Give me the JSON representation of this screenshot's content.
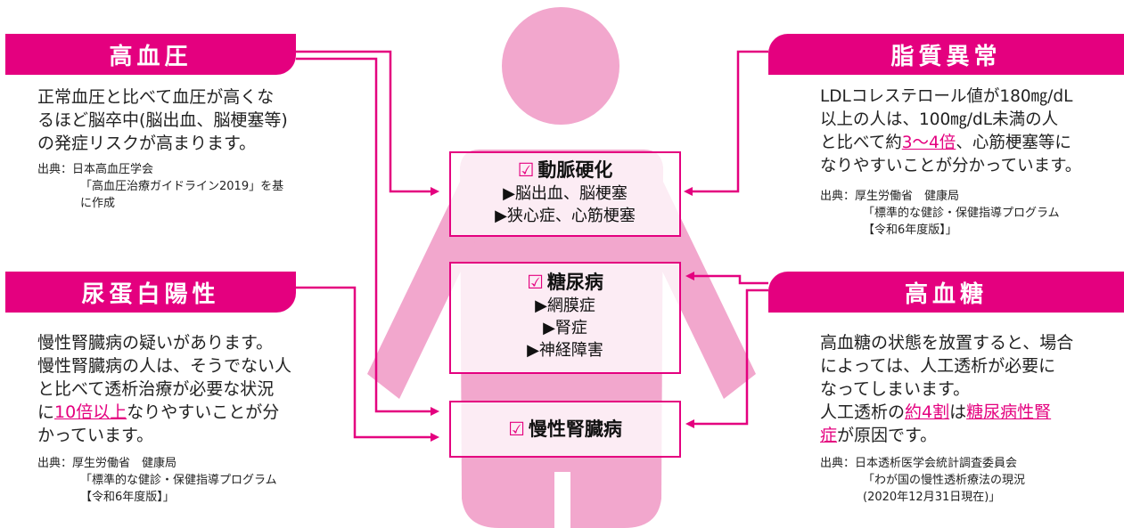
{
  "colors": {
    "accent": "#e4007f",
    "silhouette": "#f2a7cd",
    "text": "#222222"
  },
  "check_glyph": "☑",
  "top_left": {
    "title": "高血圧",
    "lines": [
      "正常血圧と比べて血圧が高くな",
      "るほど脳卒中(脳出血、脳梗塞等)",
      "の発症リスクが高まります。"
    ],
    "source_label": "出典：",
    "source_lines": [
      "日本高血圧学会",
      "「高血圧治療ガイドライン2019」を基",
      "に作成"
    ]
  },
  "bottom_left": {
    "title": "尿蛋白陽性",
    "lines": [
      "慢性腎臓病の疑いがあります。",
      "慢性腎臓病の人は、そうでない人",
      "と比べて透析治療が必要な状況"
    ],
    "line4_pre": "に",
    "line4_hl": "10倍以上",
    "line4_post": "なりやすいことが分",
    "line5": "かっています。",
    "source_label": "出典：",
    "source_lines": [
      "厚生労働省　健康局",
      "「標準的な健診・保健指導プログラム",
      "【令和6年度版】」"
    ]
  },
  "top_right": {
    "title": "脂質異常",
    "line1": "LDLコレステロール値が180㎎/dL",
    "line2": "以上の人は、100㎎/dL未満の人",
    "line3_pre": "と比べて約",
    "line3_hl": "3〜4倍",
    "line3_post": "、心筋梗塞等に",
    "line4": "なりやすいことが分かっています。",
    "source_label": "出典：",
    "source_lines": [
      "厚生労働省　健康局",
      "「標準的な健診・保健指導プログラム",
      "【令和6年度版】」"
    ]
  },
  "bottom_right": {
    "title": "高血糖",
    "line1": "高血糖の状態を放置すると、場合",
    "line2": "によっては、人工透析が必要に",
    "line3": "なってしまいます。",
    "line4_pre": "人工透析の",
    "line4_hl1": "約4割",
    "line4_mid": "は",
    "line4_hl2": "糖尿病性腎",
    "line5_hl": "症",
    "line5_post": "が原因です。",
    "source_label": "出典：",
    "source_lines": [
      "日本透析医学会統計調査委員会",
      "「わが国の慢性透析療法の現況",
      "(2020年12月31日現在)」"
    ]
  },
  "center": {
    "box1": {
      "title": "動脈硬化",
      "items": [
        "▶脳出血、脳梗塞",
        "▶狭心症、心筋梗塞"
      ]
    },
    "box2": {
      "title": "糖尿病",
      "items": [
        "▶網膜症",
        "▶腎症",
        "▶神経障害"
      ]
    },
    "box3": {
      "title": "慢性腎臓病",
      "items": []
    }
  }
}
